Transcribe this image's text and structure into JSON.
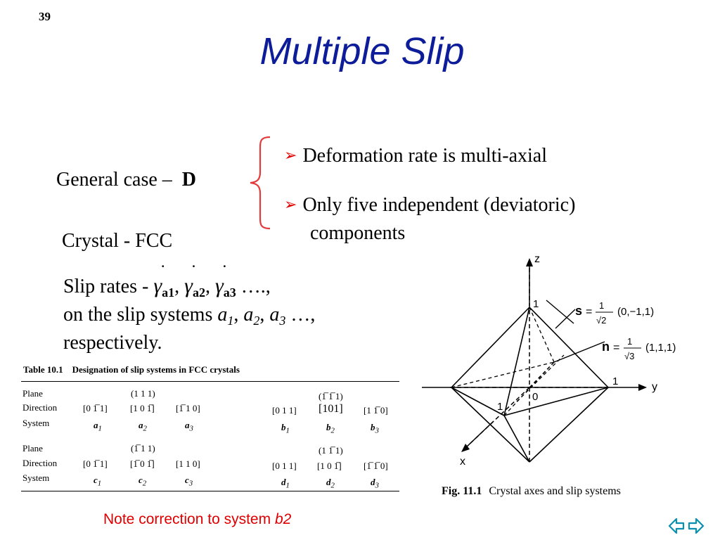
{
  "slide_number": "39",
  "title": "Multiple Slip",
  "general_case": {
    "label": "General case –",
    "symbol": "D"
  },
  "bullets": [
    {
      "text": "Deformation rate is multi-axial"
    },
    {
      "text": "Only five independent (deviatoric)",
      "continuation": "components"
    }
  ],
  "crystal_label": "Crystal - FCC",
  "slip_rates": {
    "prefix": "Slip rates -",
    "symbol": "γ",
    "subs": [
      "a1",
      "a2",
      "a3"
    ],
    "tail": "….,",
    "line2_prefix": "on the slip systems",
    "systems": [
      "a",
      "a",
      "a"
    ],
    "system_subs": [
      "1",
      "2",
      "3"
    ],
    "line2_tail": "…,",
    "line3": "respectively."
  },
  "table": {
    "title": "Table 10.1",
    "subtitle": "Designation of slip systems in FCC crystals",
    "row_labels": [
      "Plane",
      "Direction",
      "System"
    ],
    "block1": {
      "plane_a": "(1 1 1)",
      "plane_b": "(1̅ 1̅ 1)",
      "directions": [
        "[0 1̅ 1]",
        "[1 0 1̅]",
        "[1̅ 1 0]",
        "[0 1 1]",
        "[101]",
        "[1 1̅ 0]"
      ],
      "systems": [
        "a",
        "a",
        "a",
        "b",
        "b",
        "b"
      ],
      "subs": [
        "1",
        "2",
        "3",
        "1",
        "2",
        "3"
      ]
    },
    "block2": {
      "plane_a": "(1̅ 1 1)",
      "plane_b": "(1 1̅ 1)",
      "directions": [
        "[0 1̅ 1]",
        "[1̅ 0 1̅]",
        "[1 1 0]",
        "[0 1 1]",
        "[1 0 1̅]",
        "[1̅ 1̅ 0]"
      ],
      "systems": [
        "c",
        "c",
        "c",
        "d",
        "d",
        "d"
      ],
      "subs": [
        "1",
        "2",
        "3",
        "1",
        "2",
        "3"
      ]
    }
  },
  "figure": {
    "axes": {
      "z": "z",
      "y": "y",
      "x": "x",
      "origin": "0",
      "one_z": "1",
      "one_y": "1",
      "one_x": "1"
    },
    "s_label": "s",
    "s_eq": "= ",
    "s_num": "1",
    "s_den": "√2",
    "s_vec": "(0,−1,1)",
    "n_label": "n",
    "n_eq": "= ",
    "n_num": "1",
    "n_den": "√3",
    "n_vec": "(1,1,1)",
    "caption_label": "Fig. 11.1",
    "caption_text": "Crystal axes and slip systems"
  },
  "note": {
    "text": "Note correction to system",
    "emph": "b2"
  },
  "nav": {
    "icon": "nav-arrows-icon"
  }
}
